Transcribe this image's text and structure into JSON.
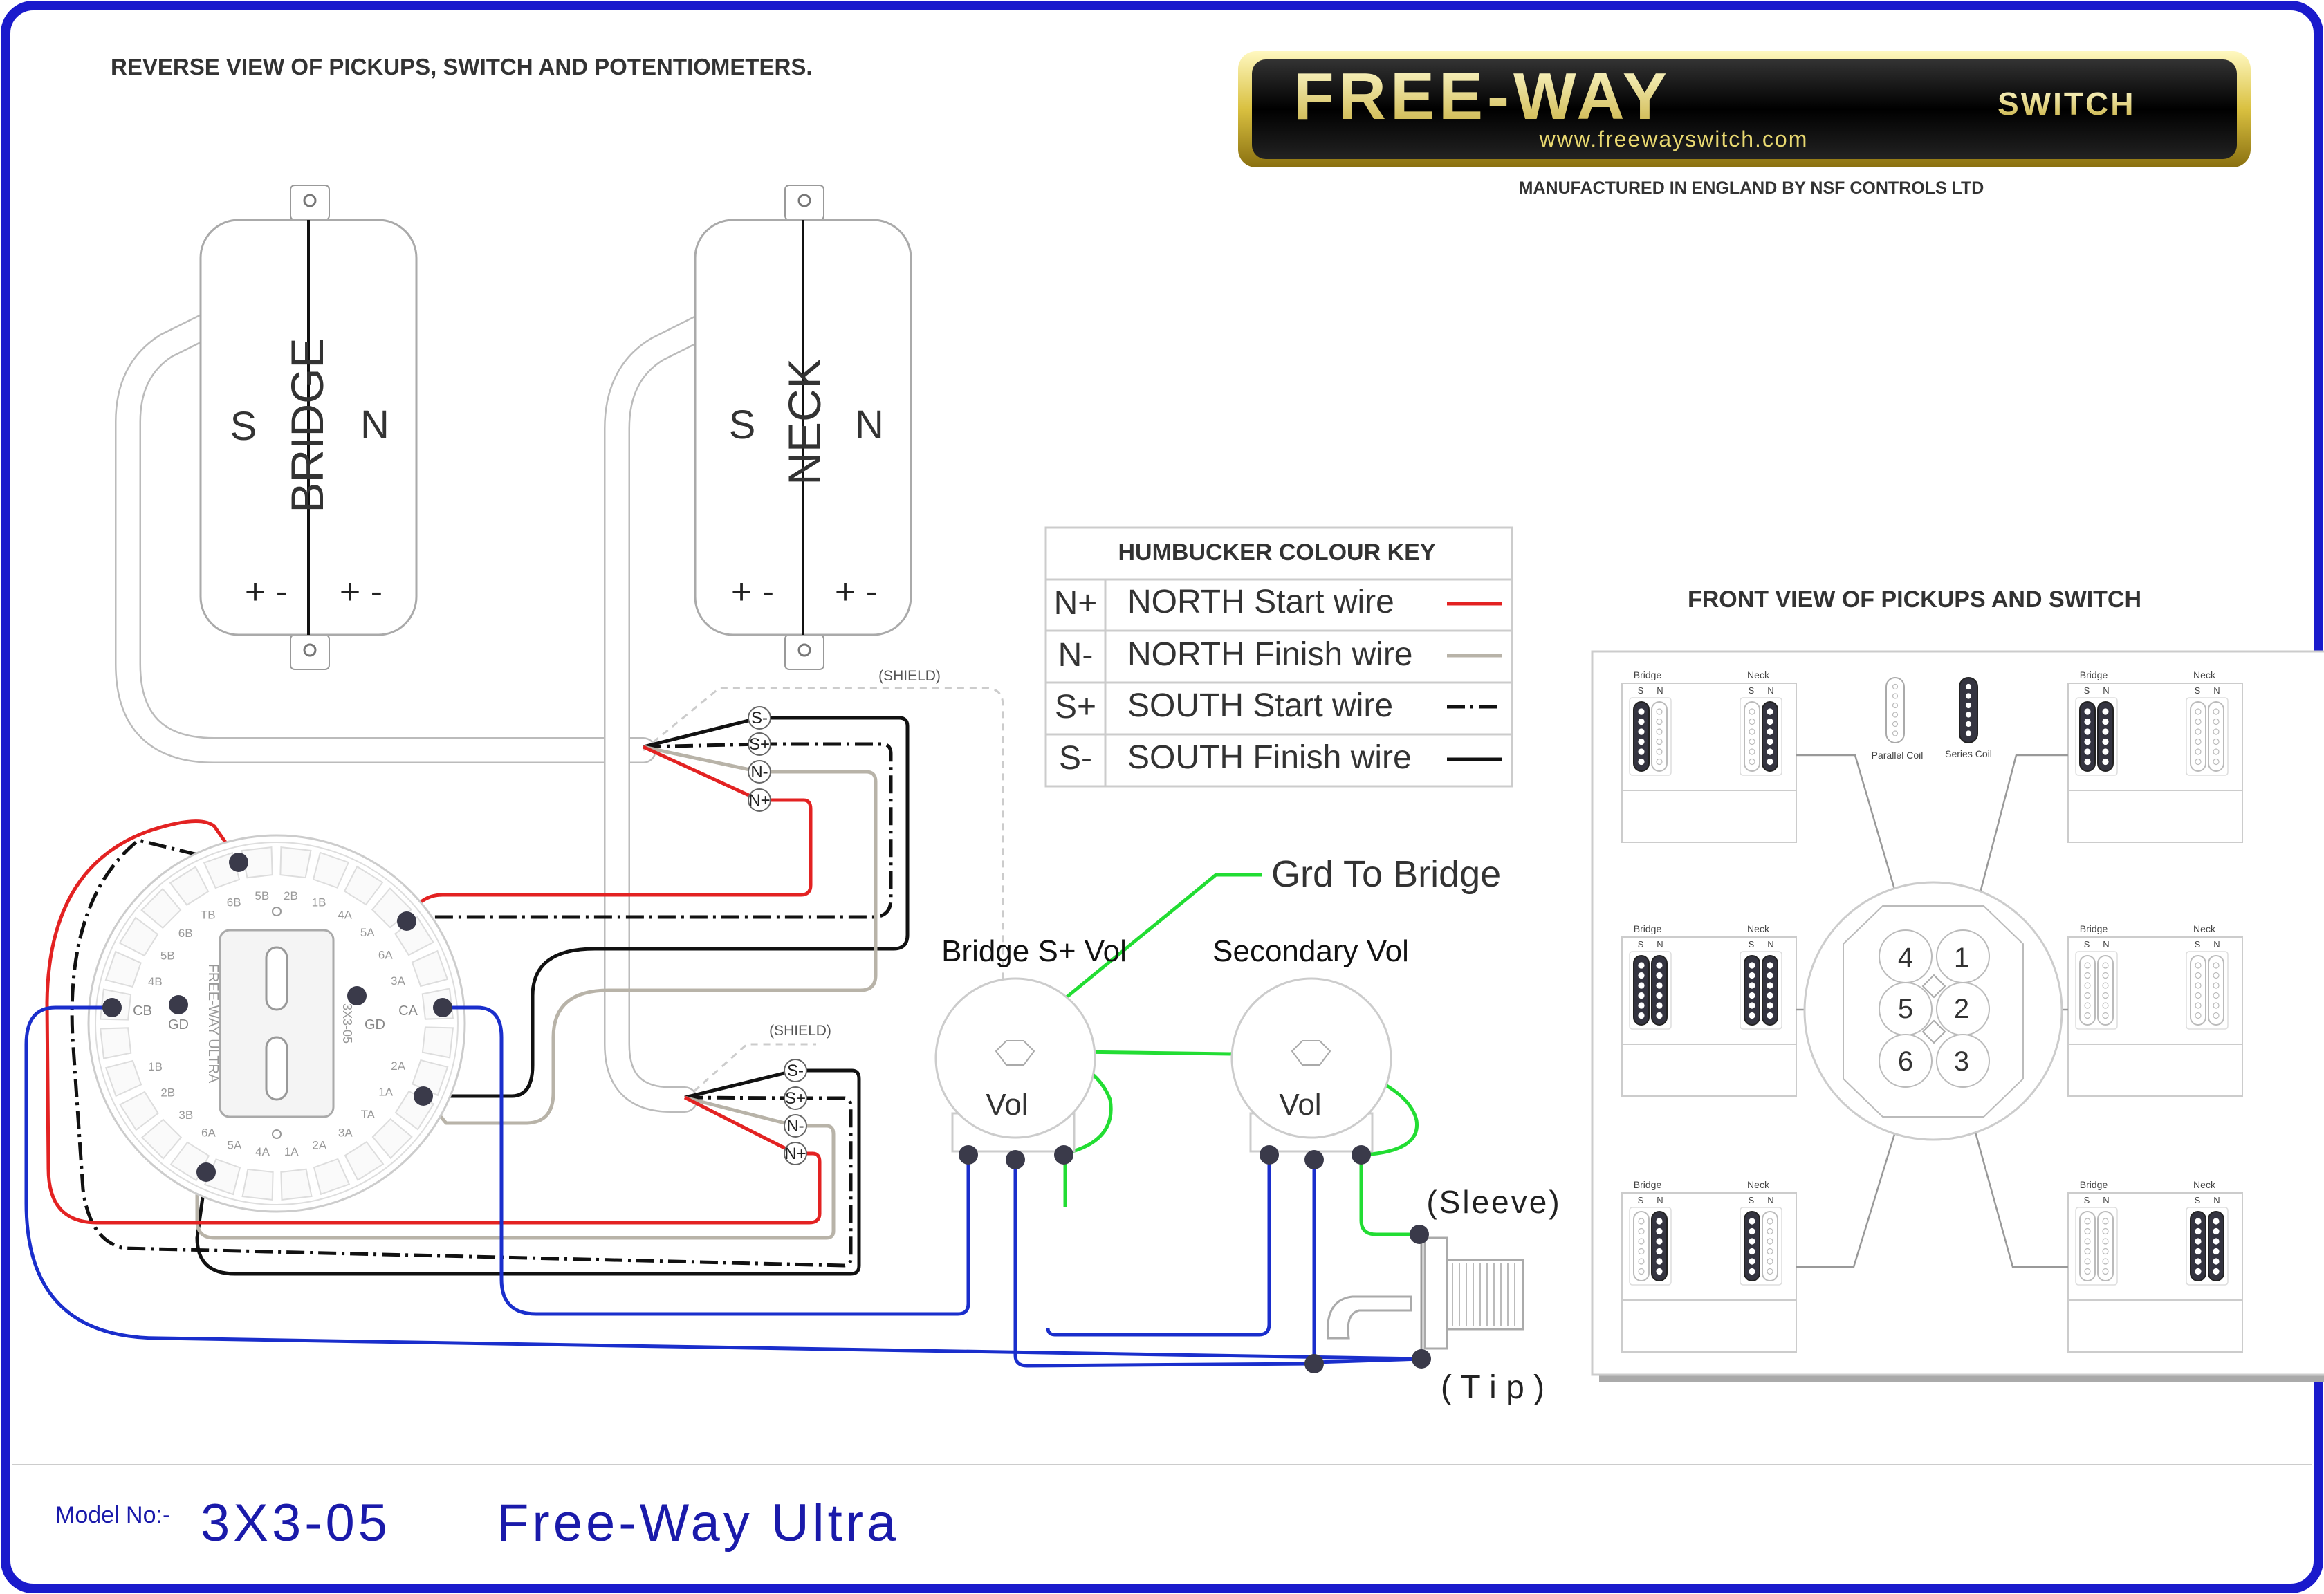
{
  "header": {
    "title": "REVERSE VIEW OF PICKUPS, SWITCH AND POTENTIOMETERS.",
    "logo_name": "FREE-WAY",
    "logo_suffix": "SWITCH",
    "logo_url": "www.freewayswitch.com",
    "manufacturer": "MANUFACTURED IN ENGLAND BY NSF CONTROLS LTD"
  },
  "pickups": {
    "bridge": {
      "name": "BRIDGE",
      "south": "S",
      "north": "N",
      "polarity_left": "+ -",
      "polarity_right": "+ -"
    },
    "neck": {
      "name": "NECK",
      "south": "S",
      "north": "N",
      "polarity_left": "+ -",
      "polarity_right": "+ -"
    }
  },
  "terminals": {
    "top": [
      "S-",
      "S+",
      "N-",
      "N+"
    ],
    "bottom": [
      "S-",
      "S+",
      "N-",
      "N+"
    ],
    "shield_top": "(SHIELD)",
    "shield_bottom": "(SHIELD)"
  },
  "colour_key": {
    "title": "HUMBUCKER COLOUR KEY",
    "rows": [
      {
        "code": "N+",
        "label": "NORTH Start wire",
        "style": "red"
      },
      {
        "code": "N-",
        "label": "NORTH Finish wire",
        "style": "grey"
      },
      {
        "code": "S+",
        "label": "SOUTH Start wire",
        "style": "dashdot"
      },
      {
        "code": "S-",
        "label": "SOUTH Finish wire",
        "style": "black"
      }
    ]
  },
  "switch": {
    "body_label": "FREE-WAY ULTRA",
    "side_label": "3X3-05",
    "gd_left": "GD",
    "gd_right": "GD",
    "cb": "CB",
    "ca": "CA",
    "ring_labels": [
      "2B",
      "1B",
      "4A",
      "5A",
      "6A",
      "3A",
      "2A",
      "1A",
      "TA",
      "3A",
      "2A",
      "1A",
      "4A",
      "5A",
      "6A",
      "3B",
      "2B",
      "1B",
      "4B",
      "5B",
      "6B",
      "TB",
      "6B",
      "5B",
      "4B",
      "3B"
    ]
  },
  "controls": {
    "bridge_vol_title": "Bridge S+ Vol",
    "secondary_vol_title": "Secondary Vol",
    "pot_label_1": "Vol",
    "pot_label_2": "Vol",
    "ground_label": "Grd To Bridge",
    "sleeve_label": "(Sleeve)",
    "tip_label": "( T i p )"
  },
  "front_view": {
    "title": "FRONT VIEW OF PICKUPS AND SWITCH",
    "pickup_labels": {
      "bridge": "Bridge",
      "neck": "Neck",
      "s": "S",
      "n": "N"
    },
    "parallel_label": "Parallel Coil",
    "series_label": "Series Coil",
    "positions": [
      "4",
      "1",
      "5",
      "2",
      "6",
      "3"
    ]
  },
  "footer": {
    "model_label": "Model No:-",
    "model_number": "3X3-05",
    "product_name": "Free-Way Ultra"
  },
  "colors": {
    "border": "#1a1acc",
    "red_wire": "#e32222",
    "grey_wire": "#b8b3a8",
    "black_wire": "#111111",
    "blue_wire": "#1a2ecc",
    "green_wire": "#22dd33",
    "footer_text": "#1a1aaa"
  }
}
